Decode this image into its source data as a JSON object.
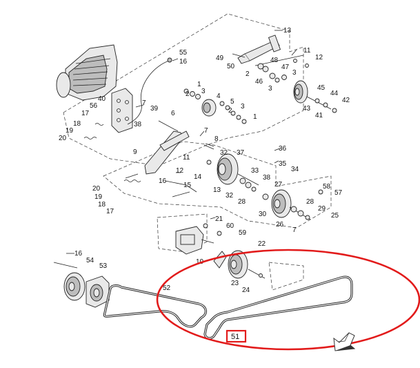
{
  "diagram": {
    "part_numbers": [
      "13",
      "11",
      "12",
      "55",
      "16",
      "49",
      "50",
      "48",
      "2",
      "47",
      "3",
      "46",
      "3",
      "45",
      "44",
      "43",
      "41",
      "42",
      "1",
      "2",
      "3",
      "4",
      "40",
      "56",
      "7",
      "39",
      "5",
      "3",
      "2",
      "1",
      "17",
      "6",
      "18",
      "19",
      "20",
      "38",
      "7",
      "8",
      "9",
      "11",
      "32",
      "37",
      "12",
      "36",
      "35",
      "34",
      "33",
      "38",
      "27",
      "16",
      "14",
      "15",
      "13",
      "20",
      "19",
      "18",
      "17",
      "32",
      "28",
      "58",
      "57",
      "30",
      "28",
      "29",
      "26",
      "25",
      "7",
      "21",
      "60",
      "59",
      "22",
      "16",
      "54",
      "53",
      "10",
      "23",
      "24",
      "52"
    ],
    "highlighted_part": "51",
    "nav_icon": "next-page-arrow-icon",
    "accent_color": "#e21b1b"
  }
}
